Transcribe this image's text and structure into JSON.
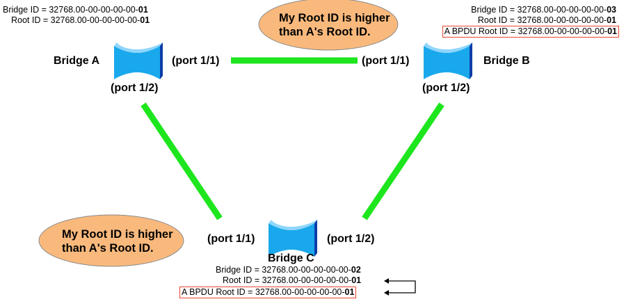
{
  "colors": {
    "link": "#1ee61e",
    "bubble_fill": "#f9b97d",
    "bubble_stroke": "#8a8a8a",
    "highlight_border": "#e8452c",
    "bridge_front": "#1aa8ec",
    "bridge_side": "#0c3ca8"
  },
  "bridge_a": {
    "name": "Bridge A",
    "bridge_id_prefix": "Bridge ID = 32768.00-00-00-00-00-",
    "bridge_id_suffix": "01",
    "root_id_prefix": "Root ID = 32768.00-00-00-00-00-",
    "root_id_suffix": "01",
    "port_right": "(port 1/1)",
    "port_bottom": "(port 1/2)"
  },
  "bridge_b": {
    "name": "Bridge B",
    "bridge_id_prefix": "Bridge ID = 32768.00-00-00-00-00-",
    "bridge_id_suffix": "03",
    "root_id_prefix": "Root ID = 32768.00-00-00-00-00-",
    "root_id_suffix": "01",
    "bpdu_prefix": "A BPDU Root ID = 32768.00-00-00-00-00-",
    "bpdu_suffix": "01",
    "port_left": "(port 1/1)",
    "port_bottom": "(port 1/2)",
    "bubble_line1": "My Root ID is higher",
    "bubble_line2": "than A's Root ID."
  },
  "bridge_c": {
    "name": "Bridge C",
    "bridge_id_prefix": "Bridge ID = 32768.00-00-00-00-00-",
    "bridge_id_suffix": "02",
    "root_id_prefix": "Root ID = 32768.00-00-00-00-00-",
    "root_id_suffix": "01",
    "bpdu_prefix": "A BPDU Root ID = 32768.00-00-00-00-00-",
    "bpdu_suffix": "01",
    "port_left": "(port 1/1)",
    "port_right": "(port 1/2)",
    "bubble_line1": "My Root ID is higher",
    "bubble_line2": "than A's Root ID."
  }
}
